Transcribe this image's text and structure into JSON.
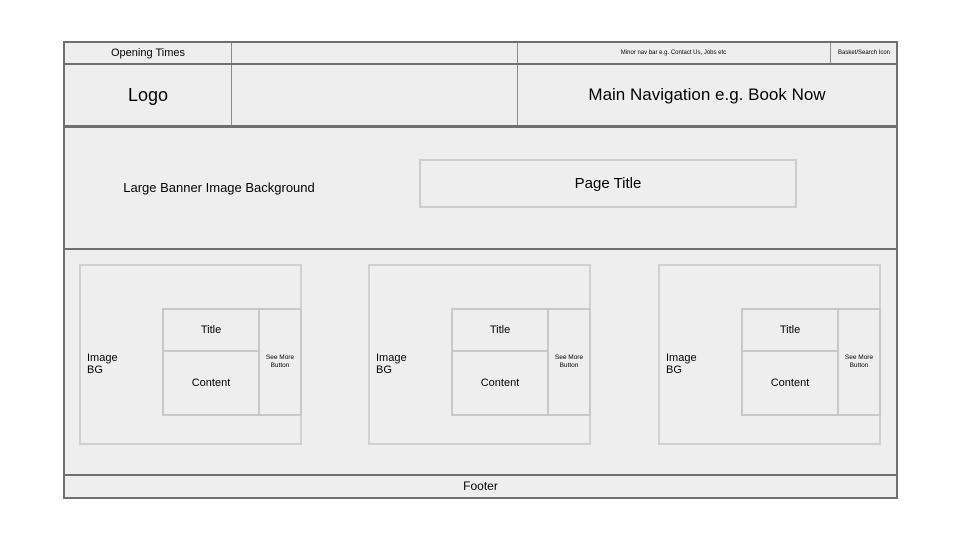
{
  "top_bar": {
    "opening_times": "Opening Times",
    "minor_nav": "Minor nav bar e.g. Contact  Us, Jobs etc",
    "basket_search": "Basket/Search Icon"
  },
  "nav_row": {
    "logo": "Logo",
    "main_navigation": "Main Navigation e.g. Book Now"
  },
  "banner": {
    "background_label": "Large Banner Image Background",
    "page_title": "Page Title"
  },
  "cards": [
    {
      "image_label": "Image BG",
      "title": "Title",
      "content": "Content",
      "button": "See More Button"
    },
    {
      "image_label": "Image BG",
      "title": "Title",
      "content": "Content",
      "button": "See More Button"
    },
    {
      "image_label": "Image BG",
      "title": "Title",
      "content": "Content",
      "button": "See More Button"
    }
  ],
  "footer": {
    "label": "Footer"
  },
  "colors": {
    "fill": "#eeeeee",
    "outer_border": "#6f6f6f",
    "inner_border": "#cccccc"
  }
}
